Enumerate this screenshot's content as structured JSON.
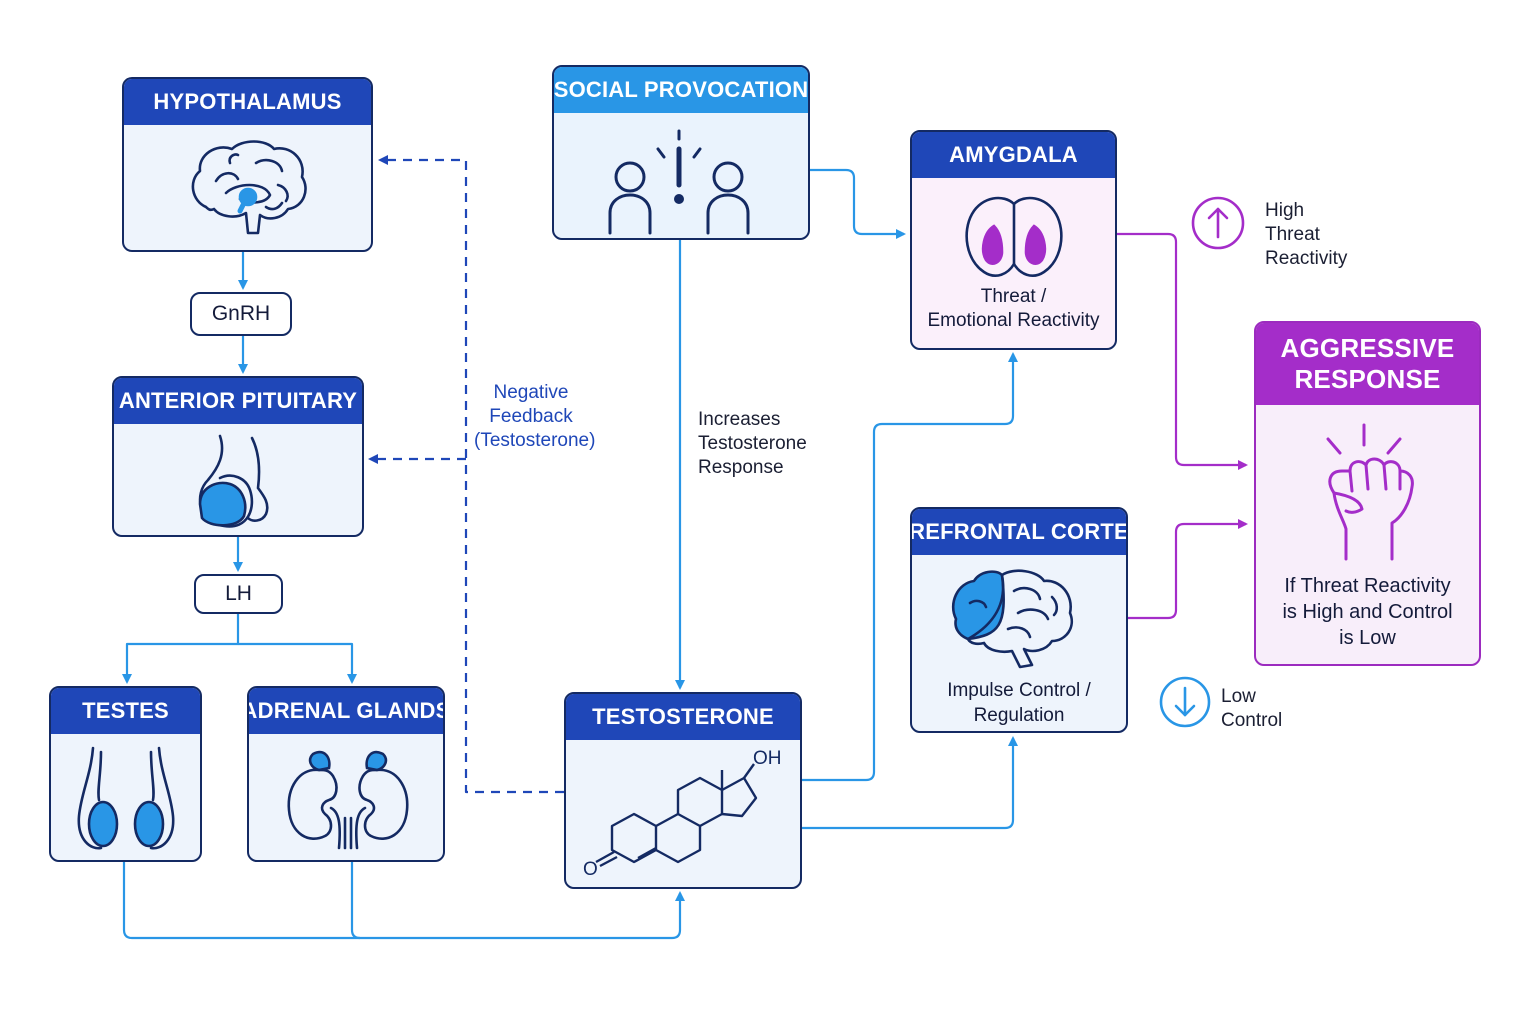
{
  "nodes": {
    "hypothalamus": {
      "title": "HYPOTHALAMUS",
      "icon": "brain-icon"
    },
    "anterior_pituitary": {
      "title": "ANTERIOR PITUITARY",
      "icon": "pituitary-gland-icon"
    },
    "testes": {
      "title": "TESTES",
      "icon": "testes-icon"
    },
    "adrenal_glands": {
      "title": "ADRENAL GLANDS",
      "icon": "kidney-adrenal-icon"
    },
    "social_provocation": {
      "title": "SOCIAL PROVOCATION",
      "icon": "two-people-alert-icon"
    },
    "testosterone": {
      "title": "TESTOSTERONE",
      "icon": "steroid-molecule-icon",
      "oh_label": "OH",
      "o_label": "O"
    },
    "amygdala": {
      "title": "AMYGDALA",
      "icon": "amygdala-icon",
      "caption_line1": "Threat /",
      "caption_line2": "Emotional Reactivity"
    },
    "prefrontal_cortex": {
      "title": "PREFRONTAL CORTEX",
      "icon": "brain-frontal-icon",
      "caption_line1": "Impulse Control /",
      "caption_line2": "Regulation"
    },
    "aggressive_response": {
      "title_line1": "AGGRESSIVE",
      "title_line2": "RESPONSE",
      "icon": "raised-fist-icon",
      "caption_line1": "If Threat Reactivity",
      "caption_line2": "is High and Control",
      "caption_line3": "is Low"
    }
  },
  "pills": {
    "gnrh": "GnRH",
    "lh": "LH"
  },
  "labels": {
    "negative_feedback": [
      "Negative",
      "Feedback",
      "(Testosterone)"
    ],
    "increases_testosterone": [
      "Increases",
      "Testosterone",
      "Response"
    ]
  },
  "legend": {
    "high": {
      "icon": "arrow-up-circle-icon",
      "lines": [
        "High",
        "Threat",
        "Reactivity"
      ]
    },
    "low": {
      "icon": "arrow-down-circle-icon",
      "lines": [
        "Low",
        "Control"
      ]
    }
  },
  "colors": {
    "header_blue": "#1f47b8",
    "light_blue": "#2996e6",
    "accent_purple": "#a42dc9",
    "outline_navy": "#142a63"
  }
}
